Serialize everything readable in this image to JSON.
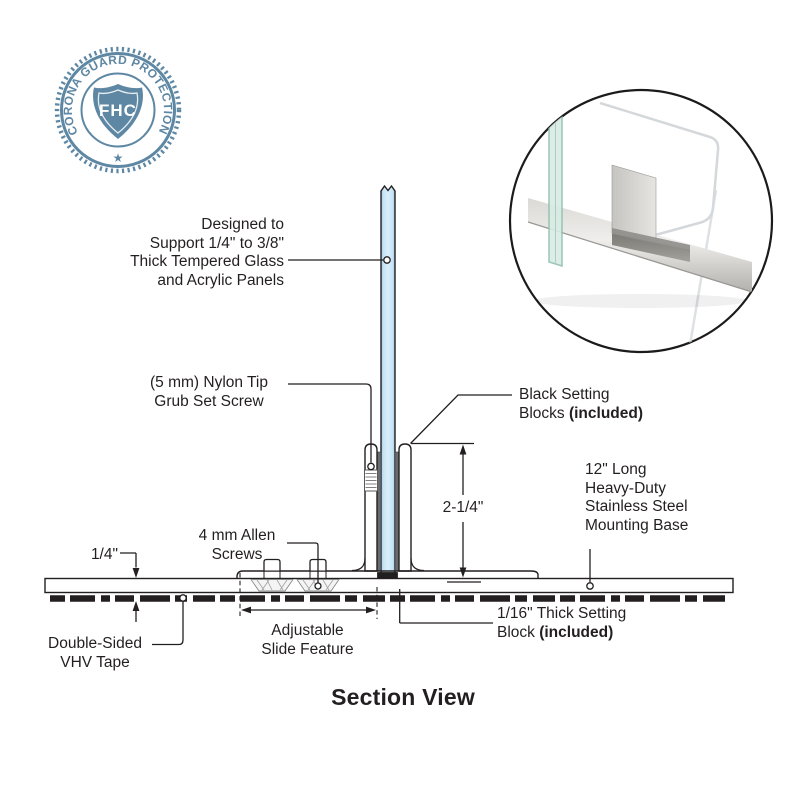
{
  "badge": {
    "circular_text": "CORONA GUARD PROTECTION",
    "shield_text": "FHC",
    "star": "★",
    "color": "#5d87a3"
  },
  "inset": {
    "icon": "product-photo-glass-on-mounting-base"
  },
  "labels": {
    "designed": {
      "lines": [
        "Designed to",
        "Support 1/4\" to 3/8\"",
        "Thick Tempered Glass",
        "and Acrylic Panels"
      ]
    },
    "grub": {
      "lines": [
        "(5 mm) Nylon Tip",
        "Grub Set Screw"
      ]
    },
    "black_blocks": {
      "line1": "Black Setting",
      "line2_pre": "Blocks ",
      "line2_bold": "(included)"
    },
    "dim_height": "2-1/4\"",
    "mounting_base": {
      "lines": [
        "12\" Long",
        "Heavy-Duty",
        "Stainless Steel",
        "Mounting Base"
      ]
    },
    "dim_thickness": "1/4\"",
    "allen": {
      "lines": [
        "4 mm Allen",
        "Screws"
      ]
    },
    "tape": {
      "lines": [
        "Double-Sided",
        "VHV Tape"
      ]
    },
    "slide": {
      "lines": [
        "Adjustable",
        "Slide Feature"
      ]
    },
    "setting_block": {
      "line1": "1/16\" Thick Setting",
      "line2_pre": "Block ",
      "line2_bold": "(included)"
    }
  },
  "title": "Section View",
  "colors": {
    "line": "#231f20",
    "badge_blue": "#5d87a3",
    "glass_blue": "#cde7f8",
    "block_gray": "#6a6b6e"
  }
}
